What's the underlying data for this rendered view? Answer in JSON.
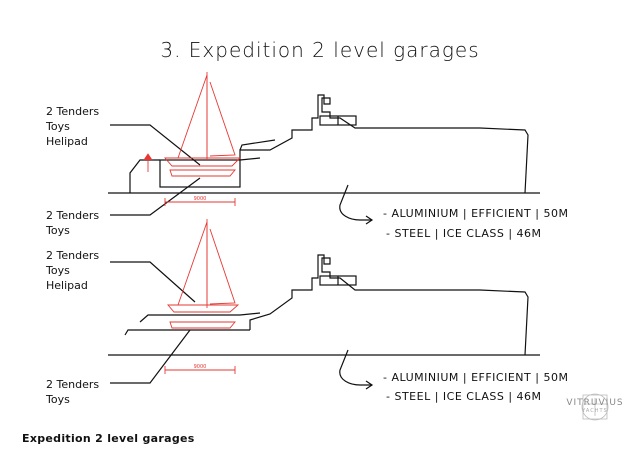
{
  "title": "3. Expedition 2 level garages",
  "top": {
    "upper_label": [
      "2 Tenders",
      "Toys",
      "Helipad"
    ],
    "lower_label": [
      "2 Tenders",
      "Toys"
    ],
    "specs": [
      "- ALUMINIUM | EFFICIENT | 50M",
      "- STEEL | ICE CLASS | 46M"
    ],
    "dimension": "9000"
  },
  "bottom": {
    "upper_label": [
      "2 Tenders",
      "Toys",
      "Helipad"
    ],
    "lower_label": [
      "2 Tenders",
      "Toys"
    ],
    "specs": [
      "- ALUMINIUM | EFFICIENT | 50M",
      "- STEEL | ICE CLASS | 46M"
    ],
    "dimension": "9000"
  },
  "footer": "Expedition 2 level garages",
  "brand": {
    "name": "VITRUVIUS",
    "sub": "YACHTS"
  },
  "colors": {
    "line": "#111111",
    "accent": "#e53935"
  }
}
